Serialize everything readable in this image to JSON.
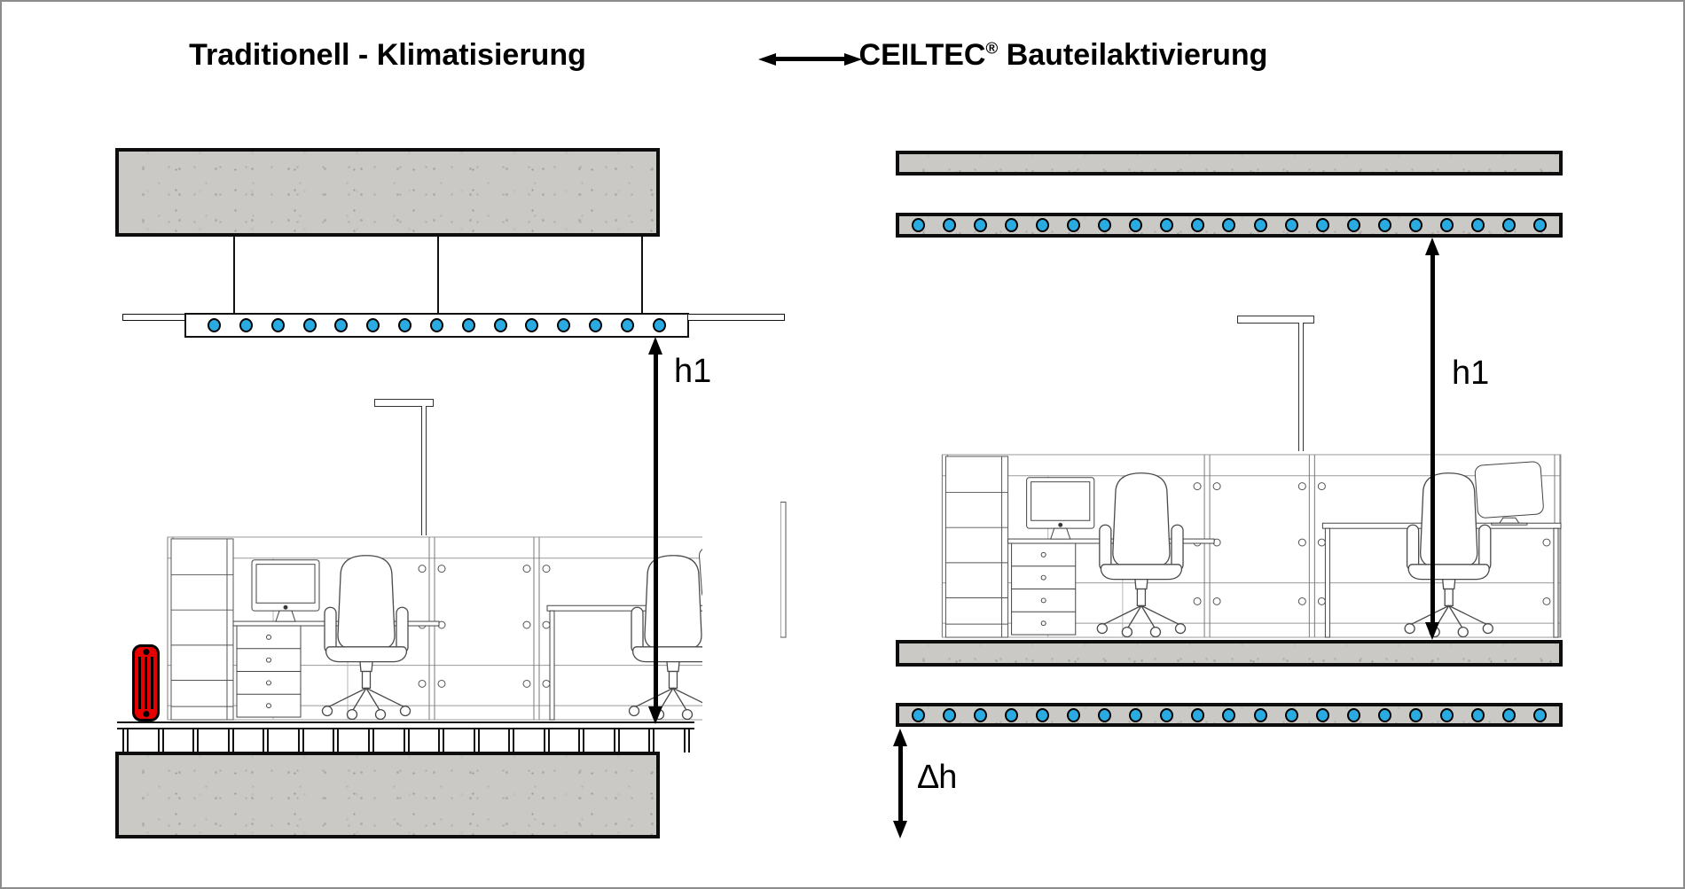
{
  "header": {
    "left_title": "Traditionell - Klimatisierung",
    "right_title": {
      "brand": "CEILTEC",
      "reg": "®",
      "rest": " Bauteilaktivierung"
    }
  },
  "left_panel": {
    "description": "traditional air conditioning cross-section",
    "dimension_label": "h1",
    "ceiling_pipe_count": 15,
    "floor_post_count": 17
  },
  "right_panel": {
    "description": "CEILTEC concrete core activation cross-section",
    "dimension_label": "h1",
    "height_gain_label": "∆h",
    "ceiling_slab_pipe_count": 21,
    "floor_slab_pipe_count": 21
  },
  "colors": {
    "pipe_blue": "#29abe2",
    "radiator_red": "#e60000",
    "concrete_gray": "#cac9c6",
    "frame_border": "#8c8c8c"
  }
}
